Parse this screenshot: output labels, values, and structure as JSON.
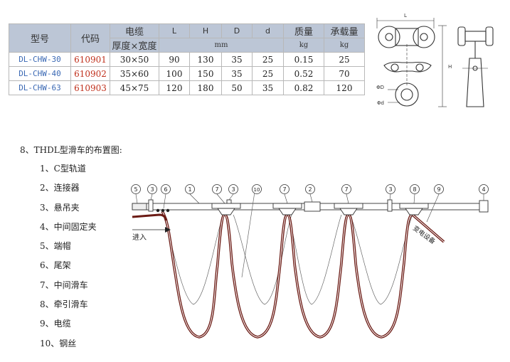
{
  "spec_table": {
    "headers": {
      "model": "型号",
      "code": "代码",
      "cable": "电缆",
      "cable_dims": "厚度×宽度",
      "L": "L",
      "H": "H",
      "D": "D",
      "d": "d",
      "mass": "质量",
      "load": "承载量",
      "unit_mm": "mm",
      "unit_kg_mass": "kg",
      "unit_kg_load": "kg"
    },
    "rows": [
      {
        "model": "DL-CHW-30",
        "code": "610901",
        "cable": "30×50",
        "L": "90",
        "H": "130",
        "D": "35",
        "d": "25",
        "mass": "0.15",
        "load": "25"
      },
      {
        "model": "DL-CHW-40",
        "code": "610902",
        "cable": "35×60",
        "L": "100",
        "H": "150",
        "D": "35",
        "d": "25",
        "mass": "0.52",
        "load": "70"
      },
      {
        "model": "DL-CHW-63",
        "code": "610903",
        "cable": "45×75",
        "L": "120",
        "H": "180",
        "D": "50",
        "d": "35",
        "mass": "0.82",
        "load": "120"
      }
    ]
  },
  "drawing_labels": {
    "L": "L",
    "H": "H",
    "phi_D": "ΦD",
    "phi_d": "Φd"
  },
  "section_title": "8、THDL型滑车的布置图:",
  "legend": [
    "1、C型轨道",
    "2、连接器",
    "3、悬吊夹",
    "4、中间固定夹",
    "5、端帽",
    "6、尾架",
    "7、中间滑车",
    "8、牵引滑车",
    "9、电缆",
    "10、钢丝"
  ],
  "diagram": {
    "entry_label": "进入",
    "exit_label": "变电设备",
    "markers": [
      "5",
      "3",
      "6",
      "1",
      "7",
      "3",
      "10",
      "7",
      "2",
      "7",
      "3",
      "8",
      "9",
      "4"
    ]
  }
}
